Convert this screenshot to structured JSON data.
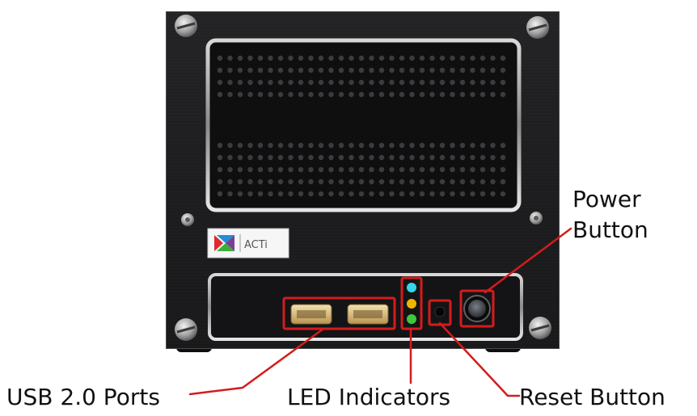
{
  "brand": {
    "logo_text": "ACTi"
  },
  "callouts": {
    "power": {
      "line1": "Power",
      "line2": "Button"
    },
    "usb": "USB 2.0 Ports",
    "led": "LED Indicators",
    "reset": "Reset Button"
  },
  "led_colors": [
    "#34d6e8",
    "#f0b400",
    "#3ec83e"
  ],
  "colors": {
    "highlight": "#d41c1c",
    "chassis": "#1d1d1f"
  }
}
